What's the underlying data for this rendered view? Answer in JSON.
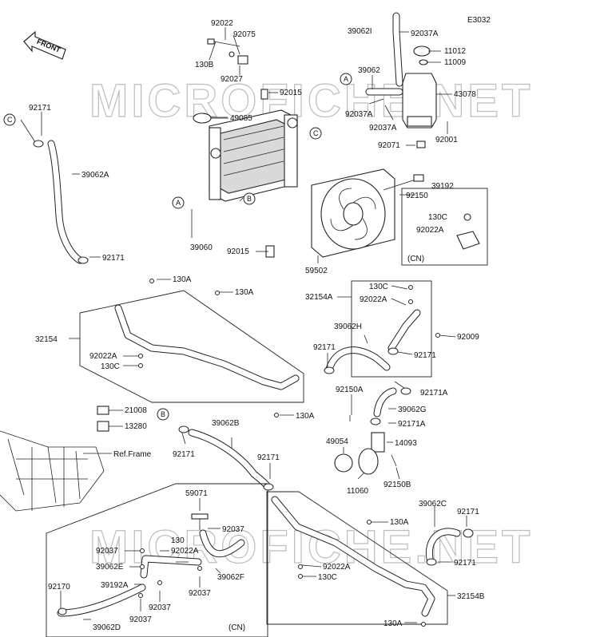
{
  "diagram_code": "E3032",
  "front_label": "FRONT",
  "watermark": "MICROFICHE.NET",
  "cn_label": "(CN)",
  "ref_frame": "Ref.Frame",
  "callouts": {
    "a": "A",
    "b": "B",
    "c": "C"
  },
  "parts": {
    "p92022_top": "92022",
    "p92075": "92075",
    "p130b": "130B",
    "p92027": "92027",
    "p92015_top": "92015",
    "p49085": "49085",
    "p39060": "39060",
    "p92015_bot": "92015",
    "p59502": "59502",
    "p92150": "92150",
    "p39062i": "39062I",
    "p92037a_top": "92037A",
    "p11012": "11012",
    "p11009": "11009",
    "p39062_res": "39062",
    "p43078": "43078",
    "p92037a_l": "92037A",
    "p92037a_m": "92037A",
    "p92071": "92071",
    "p92001": "92001",
    "p39192": "39192",
    "p130c_box": "130C",
    "p92022a_box": "92022A",
    "p92171_tl": "92171",
    "p39062a": "39062A",
    "p92171_ml": "92171",
    "p130a_1": "130A",
    "p130a_2": "130A",
    "p32154": "32154",
    "p92022a_l": "92022A",
    "p130c_l": "130C",
    "p130a_3": "130A",
    "p32154a": "32154A",
    "p130c_r": "130C",
    "p92022a_r": "92022A",
    "p92009": "92009",
    "p39062h": "39062H",
    "p92171_h": "92171",
    "p92171_hr": "92171",
    "p92171a_1": "92171A",
    "p92150a": "92150A",
    "p39062g": "39062G",
    "p92171a_2": "92171A",
    "p14093": "14093",
    "p49054": "49054",
    "p11060": "11060",
    "p92150b": "92150B",
    "p21008": "21008",
    "p13280": "13280",
    "p92171_b": "92171",
    "p39062b": "39062B",
    "p92171_b2": "92171",
    "p59071": "59071",
    "p92037_1": "92037",
    "p92037_2": "92037",
    "p130": "130",
    "p92022a_cn": "92022A",
    "p39062e": "39062E",
    "p39062f": "39062F",
    "p39192a": "39192A",
    "p92037_3": "92037",
    "p92037_4": "92037",
    "p92037_5": "92037",
    "p92170": "92170",
    "p39062d": "39062D",
    "p130a_4": "130A",
    "p39062c": "39062C",
    "p92171_c": "92171",
    "p92171_c2": "92171",
    "p92022a_b": "92022A",
    "p130c_b": "130C",
    "p32154b": "32154B",
    "p130a_5": "130A"
  }
}
